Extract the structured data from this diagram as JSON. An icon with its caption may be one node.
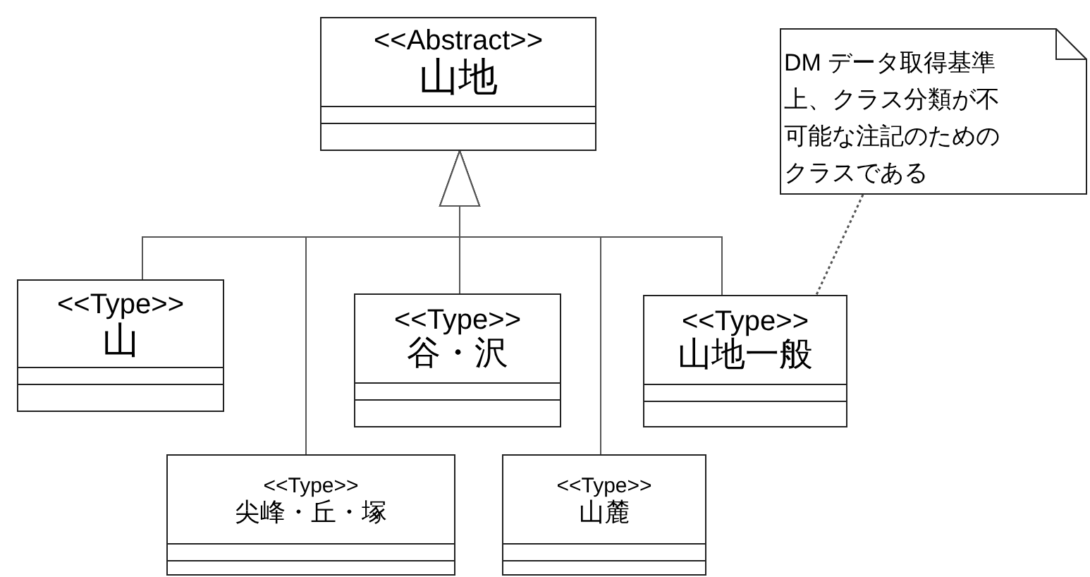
{
  "diagram": {
    "nodes": [
      {
        "text": [
          "<<Abstract>>",
          "山地"
        ]
      },
      {
        "text": [
          "<<Type>>",
          "山"
        ]
      },
      {
        "text": [
          "<<Type>>",
          "尖峰・丘・塚"
        ]
      },
      {
        "text": [
          "<<Type>>",
          "谷・沢"
        ]
      },
      {
        "text": [
          "<<Type>>",
          "山麓"
        ]
      },
      {
        "text": [
          "<<Type>>",
          "山地一般"
        ]
      },
      {
        "text": [
          "DM データ取得基準上、クラス分類が不可能な注記のためのクラスである"
        ]
      }
    ],
    "edges": [
      {
        "from": 1,
        "to": 0,
        "arrow": "to"
      },
      {
        "from": 2,
        "to": 0,
        "arrow": "to"
      },
      {
        "from": 3,
        "to": 0,
        "arrow": "to"
      },
      {
        "from": 4,
        "to": 0,
        "arrow": "to"
      },
      {
        "from": 5,
        "to": 0,
        "arrow": "to"
      },
      {
        "from": 6,
        "to": 5,
        "arrow": "none",
        "style": "dashed"
      }
    ]
  }
}
